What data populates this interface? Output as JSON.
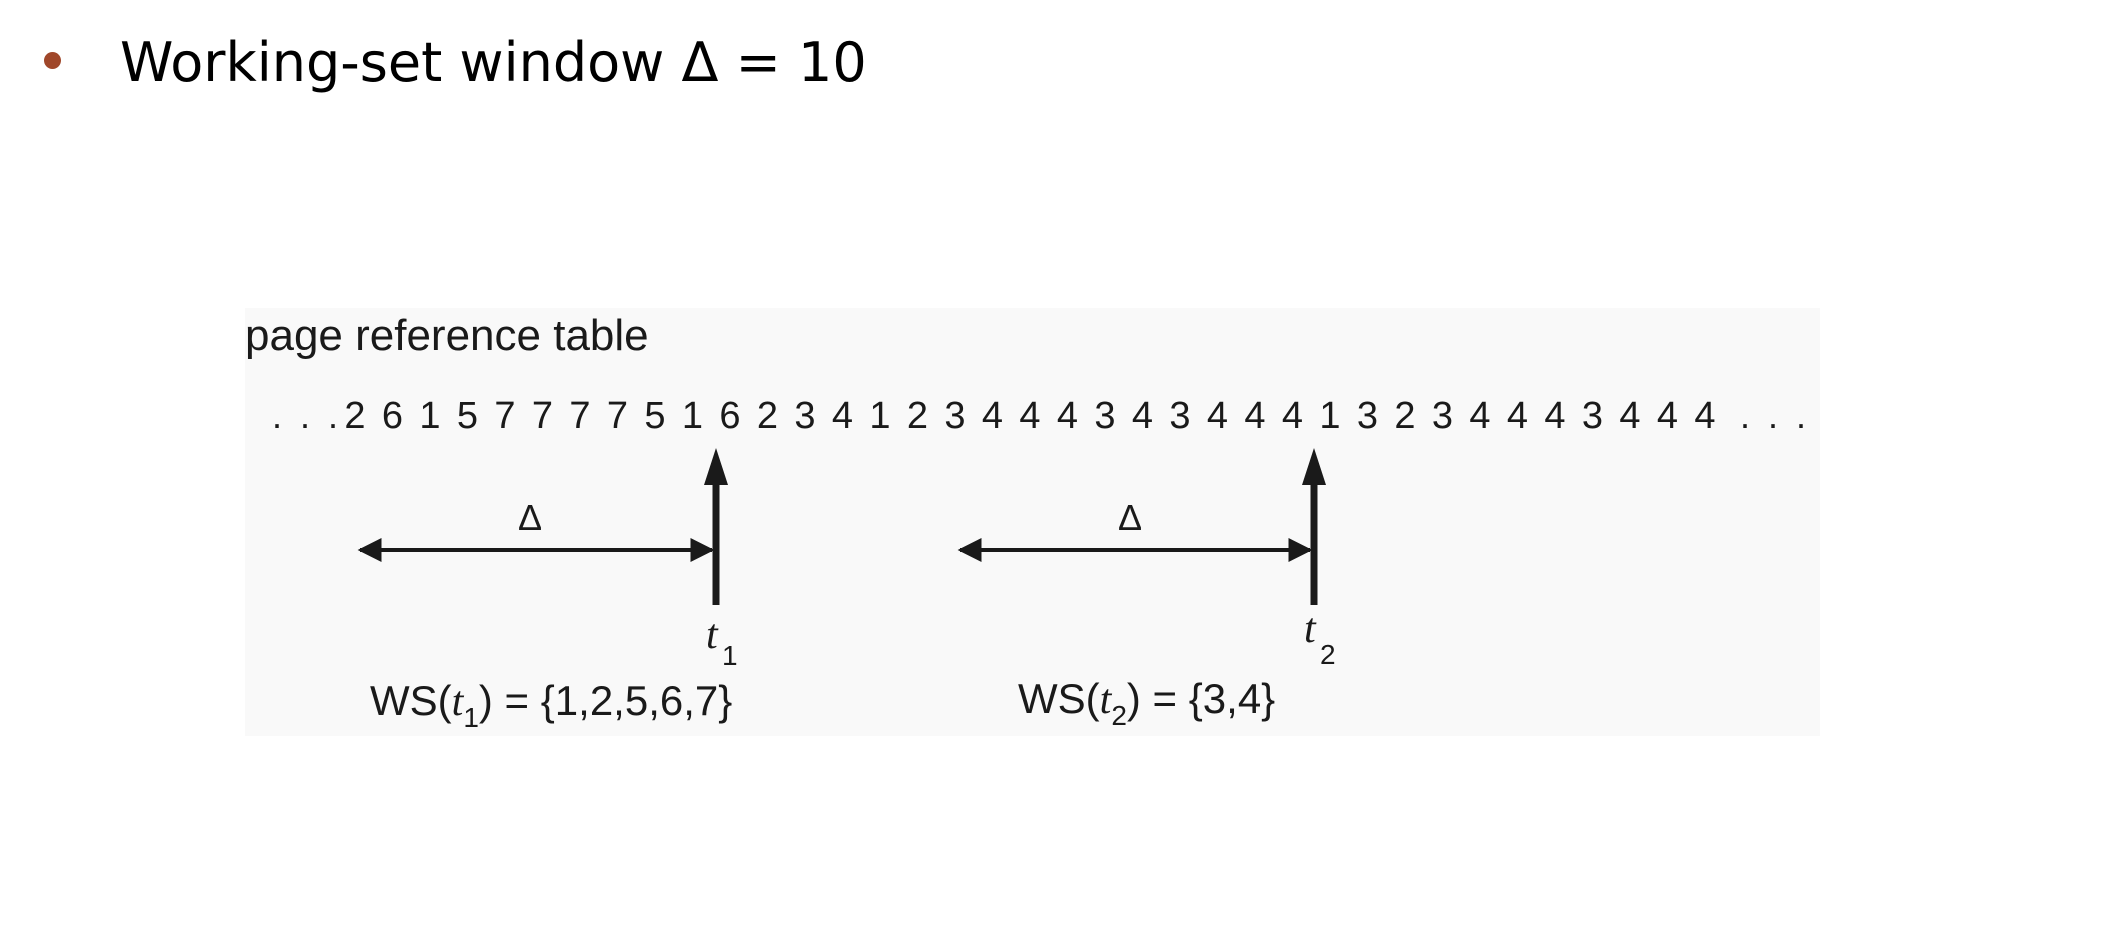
{
  "slide": {
    "bullet_color": "#a0472a",
    "title": "Working-set window Δ = 10"
  },
  "figure": {
    "caption": "page reference table",
    "leading_dots": ". . .",
    "trailing_dots": ". . .",
    "reference_string": [
      "2",
      "6",
      "1",
      "5",
      "7",
      "7",
      "7",
      "7",
      "5",
      "1",
      "6",
      "2",
      "3",
      "4",
      "1",
      "2",
      "3",
      "4",
      "4",
      "4",
      "3",
      "4",
      "3",
      "4",
      "4",
      "4",
      "1",
      "3",
      "2",
      "3",
      "4",
      "4",
      "4",
      "3",
      "4",
      "4",
      "4"
    ],
    "window_symbol": "Δ",
    "markers": [
      {
        "time_var": "t",
        "time_sub": "1",
        "ws_prefix": "WS(",
        "ws_var": "t",
        "ws_sub": "1",
        "ws_suffix": ") = {1,2,5,6,7}"
      },
      {
        "time_var": "t",
        "time_sub": "2",
        "ws_prefix": "WS(",
        "ws_var": "t",
        "ws_sub": "2",
        "ws_suffix": ") = {3,4}"
      }
    ]
  }
}
